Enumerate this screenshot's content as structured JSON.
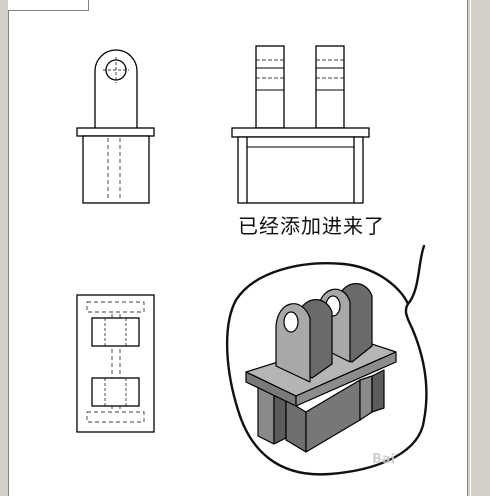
{
  "annotation": {
    "callout_text": "已经添加进来了"
  },
  "watermark": {
    "text": "Bai"
  },
  "colors": {
    "sheet_bg": "#ffffff",
    "window_bg": "#d4d0c8",
    "line": "#000000",
    "part_face_light": "#b8b8b8",
    "part_face_mid": "#8c8c8c",
    "part_face_dark": "#5a5a5a"
  },
  "views": [
    {
      "name": "front-view"
    },
    {
      "name": "side-view"
    },
    {
      "name": "top-view"
    },
    {
      "name": "isometric-view"
    }
  ]
}
